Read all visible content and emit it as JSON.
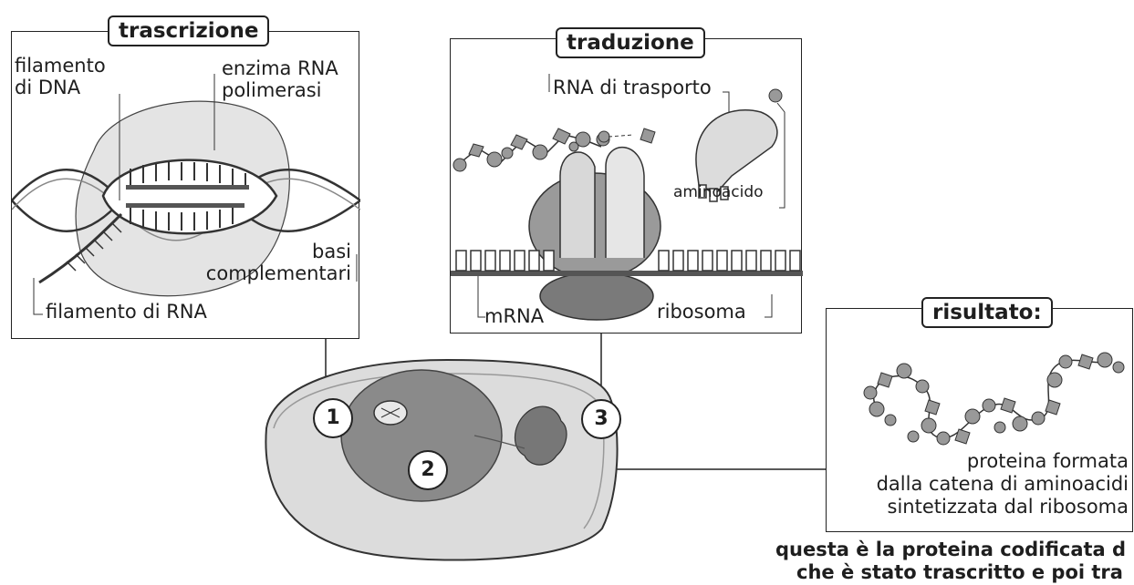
{
  "panels": {
    "transcription": {
      "title": "trascrizione",
      "labels": {
        "dna_strand": "filamento\ndi DNA",
        "rna_polymerase": "enzima RNA\npolimerasi",
        "complementary_bases": "basi\ncomplementari",
        "rna_strand": "filamento di RNA"
      }
    },
    "translation": {
      "title": "traduzione",
      "labels": {
        "transfer_rna": "RNA di trasporto",
        "amino_acid": "aminoacido",
        "mrna": "mRNA",
        "ribosome": "ribosoma"
      }
    },
    "result": {
      "title": "risultato:",
      "description": "proteina formata\ndalla catena di aminoacidi\nsintetizzata dal ribosoma"
    }
  },
  "cell": {
    "markers": [
      "1",
      "2",
      "3"
    ]
  },
  "footer": {
    "line1": "questa è la proteina codificata d",
    "line2": "che è stato trascritto  e poi tra"
  }
}
